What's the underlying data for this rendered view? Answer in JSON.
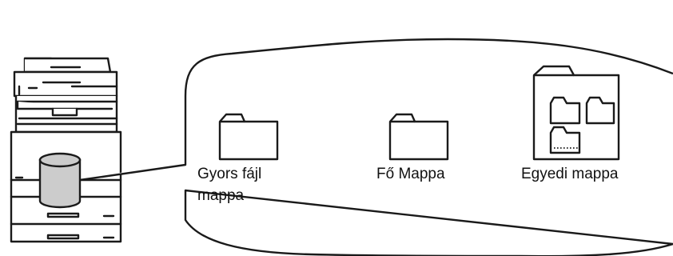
{
  "folders": [
    {
      "icon": "folder-icon",
      "label_line1": "Gyors fájl",
      "label_line2": "mappa"
    },
    {
      "icon": "folder-icon",
      "label_line1": "Fő Mappa"
    },
    {
      "icon": "custom-folder-icon",
      "label_line1": "Egyedi mappa"
    }
  ],
  "colors": {
    "stroke": "#1a1a1a",
    "drive_fill": "#cccccc",
    "background": "#ffffff"
  }
}
